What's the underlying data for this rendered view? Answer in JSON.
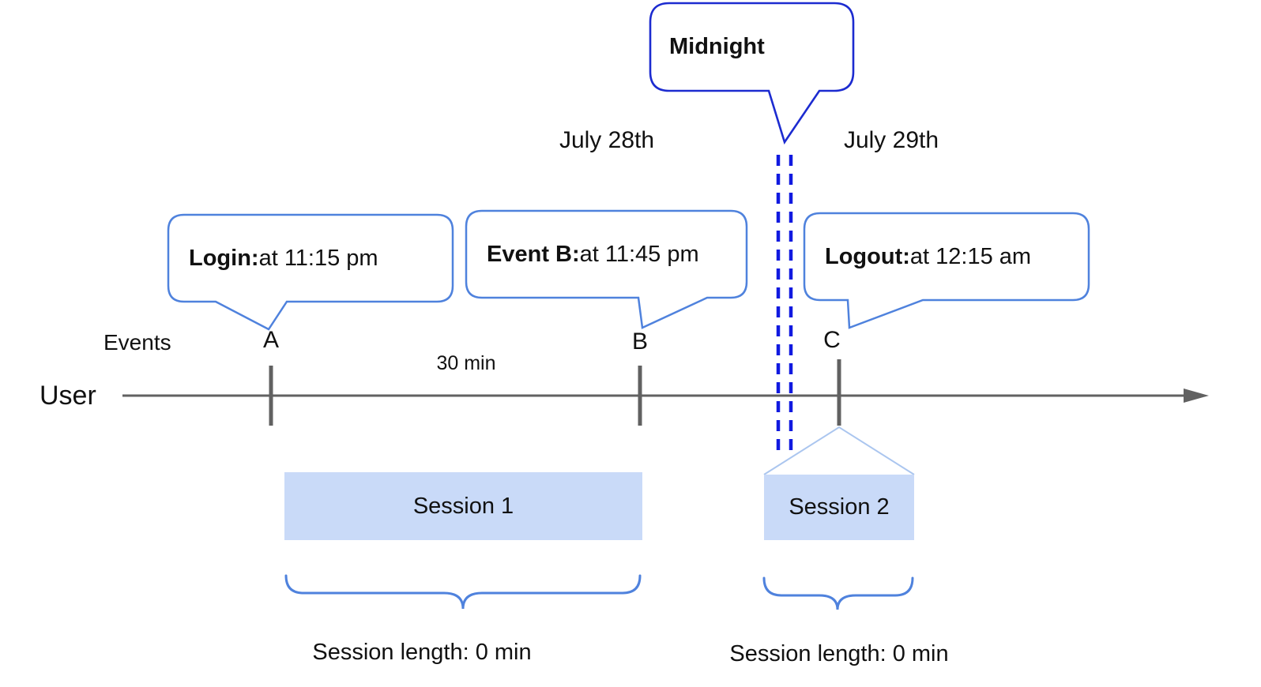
{
  "dates": {
    "before_midnight": "July 28th",
    "after_midnight": "July 29th"
  },
  "midnight": {
    "label": "Midnight"
  },
  "axis": {
    "events_label": "Events",
    "user_label": "User",
    "interval_label": "30 min",
    "event_marks": [
      "A",
      "B",
      "C"
    ]
  },
  "callouts": {
    "login": {
      "bold": "Login:",
      "rest": " at 11:15 pm"
    },
    "event_b": {
      "bold": "Event B:",
      "rest": " at 11:45 pm"
    },
    "logout": {
      "bold": "Logout:",
      "rest": " at 12:15 am"
    }
  },
  "sessions": {
    "s1": {
      "label": "Session 1",
      "length": "Session length: 0 min"
    },
    "s2": {
      "label": "Session 2",
      "length": "Session length: 0 min"
    }
  },
  "colors": {
    "callout_border": "#4f82dd",
    "midnight_border": "#1c2bd0",
    "dashed_line": "#111ae0",
    "session_fill": "#c9daf8",
    "session_pointer": "#abc6ef",
    "timeline_gray": "#616161",
    "text": "#111111"
  }
}
